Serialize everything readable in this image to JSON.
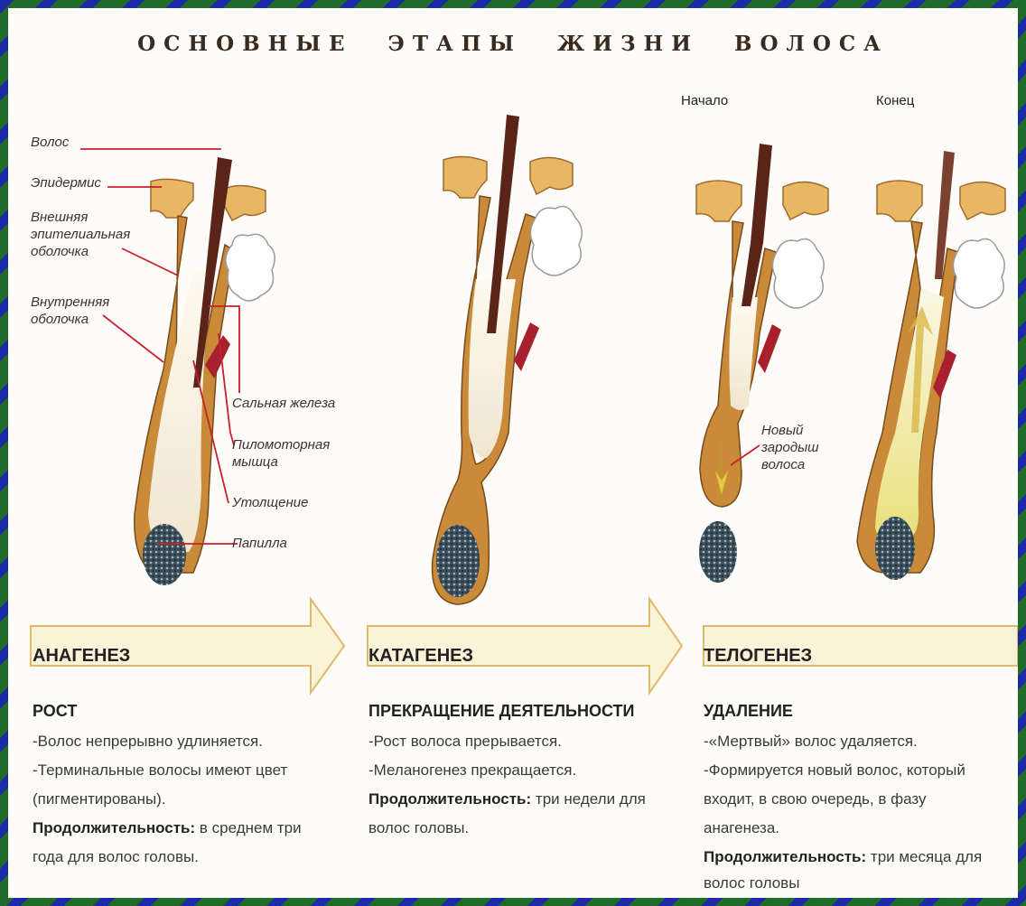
{
  "title": "ОСНОВНЫЕ ЭТАПЫ ЖИЗНИ ВОЛОСА",
  "stage_labels": {
    "start": "Начало",
    "end": "Конец"
  },
  "labels": {
    "hair": "Волос",
    "epidermis": "Эпидермис",
    "outer_sheath": [
      "Внешняя",
      "эпителиальная",
      "оболочка"
    ],
    "inner_sheath": [
      "Внутренняя",
      "оболочка"
    ],
    "sebaceous": "Сальная железа",
    "arrector": [
      "Пиломоторная",
      "мышца"
    ],
    "bulge": "Утолщение",
    "papilla": "Папилла",
    "new_germ": [
      "Новый",
      "зародыш",
      "волоса"
    ]
  },
  "phases": [
    {
      "name": "АНАГЕНЕЗ",
      "subtitle": "РОСТ",
      "lines": [
        "-Волос непрерывно удлиняется.",
        "-Терминальные волосы имеют цвет",
        "(пигментированы)."
      ],
      "duration_label": "Продолжительность:",
      "duration_text": [
        "в среднем три",
        "года для волос головы."
      ]
    },
    {
      "name": "КАТАГЕНЕЗ",
      "subtitle": "ПРЕКРАЩЕНИЕ ДЕЯТЕЛЬНОСТИ",
      "lines": [
        "-Рост волоса прерывается.",
        "-Меланогенез прекращается."
      ],
      "duration_label": "Продолжительность:",
      "duration_text": [
        "три недели для",
        "волос головы."
      ]
    },
    {
      "name": "ТЕЛОГЕНЕЗ",
      "subtitle": "УДАЛЕНИЕ",
      "lines": [
        "-«Мертвый» волос удаляется.",
        "-Формируется новый волос, который",
        "входит, в свою очередь, в фазу",
        "анагенеза."
      ],
      "duration_label": "Продолжительность:",
      "duration_text": [
        "три месяца для",
        "волос головы"
      ]
    }
  ],
  "colors": {
    "frame_green": "#1f6b2a",
    "frame_blue": "#1c2aa8",
    "skin": "#e8b766",
    "sheath": "#c98a3a",
    "hair_shaft": "#5a2418",
    "muscle": "#a8202e",
    "papilla": "#3a4d58",
    "leader_line": "#c8202c",
    "arrow_fill": "#fbf3d8",
    "arrow_stroke": "#e2b96a"
  }
}
